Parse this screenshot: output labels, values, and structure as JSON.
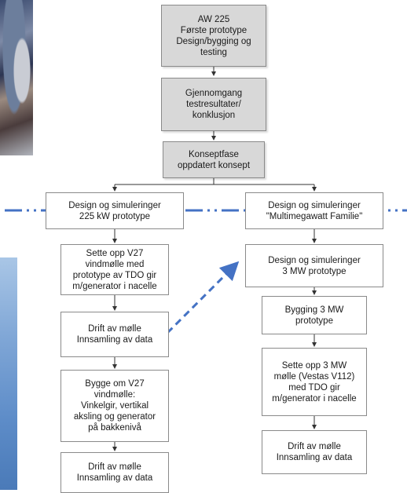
{
  "boxes": {
    "aw225": "AW 225\nFørste prototype\nDesign/bygging og\ntesting",
    "review": "Gjennomgang\ntestresultater/\nkonklusjon",
    "concept": "Konseptfase\noppdatert konsept",
    "design225": "Design og simuleringer\n225 kW prototype",
    "designMulti": "Design og simuleringer\n\"Multimegawatt Familie\"",
    "setupV27": "Sette opp V27\nvindmølle med\nprototype av TDO gir\nm/generator i nacelle",
    "design3mw": "Design og simuleringer\n3 MW prototype",
    "drift1": "Drift av mølle\nInnsamling av data",
    "build3mw": "Bygging 3 MW\nprototype",
    "rebuildV27": "Bygge om V27\nvindmølle:\nVinkelgir, vertikal\naksling og generator\npå bakkenivå",
    "setupV112": "Sette opp 3 MW\nmølle (Vestas V112)\nmed TDO gir\nm/generator i nacelle",
    "drift2": "Drift av mølle\nInnsamling av data",
    "drift3": "Drift av mølle\nInnsamling av data"
  },
  "colors": {
    "accent_dashed": "#4472c4",
    "box_grey": "#d8d8d8",
    "connector": "#333333"
  }
}
